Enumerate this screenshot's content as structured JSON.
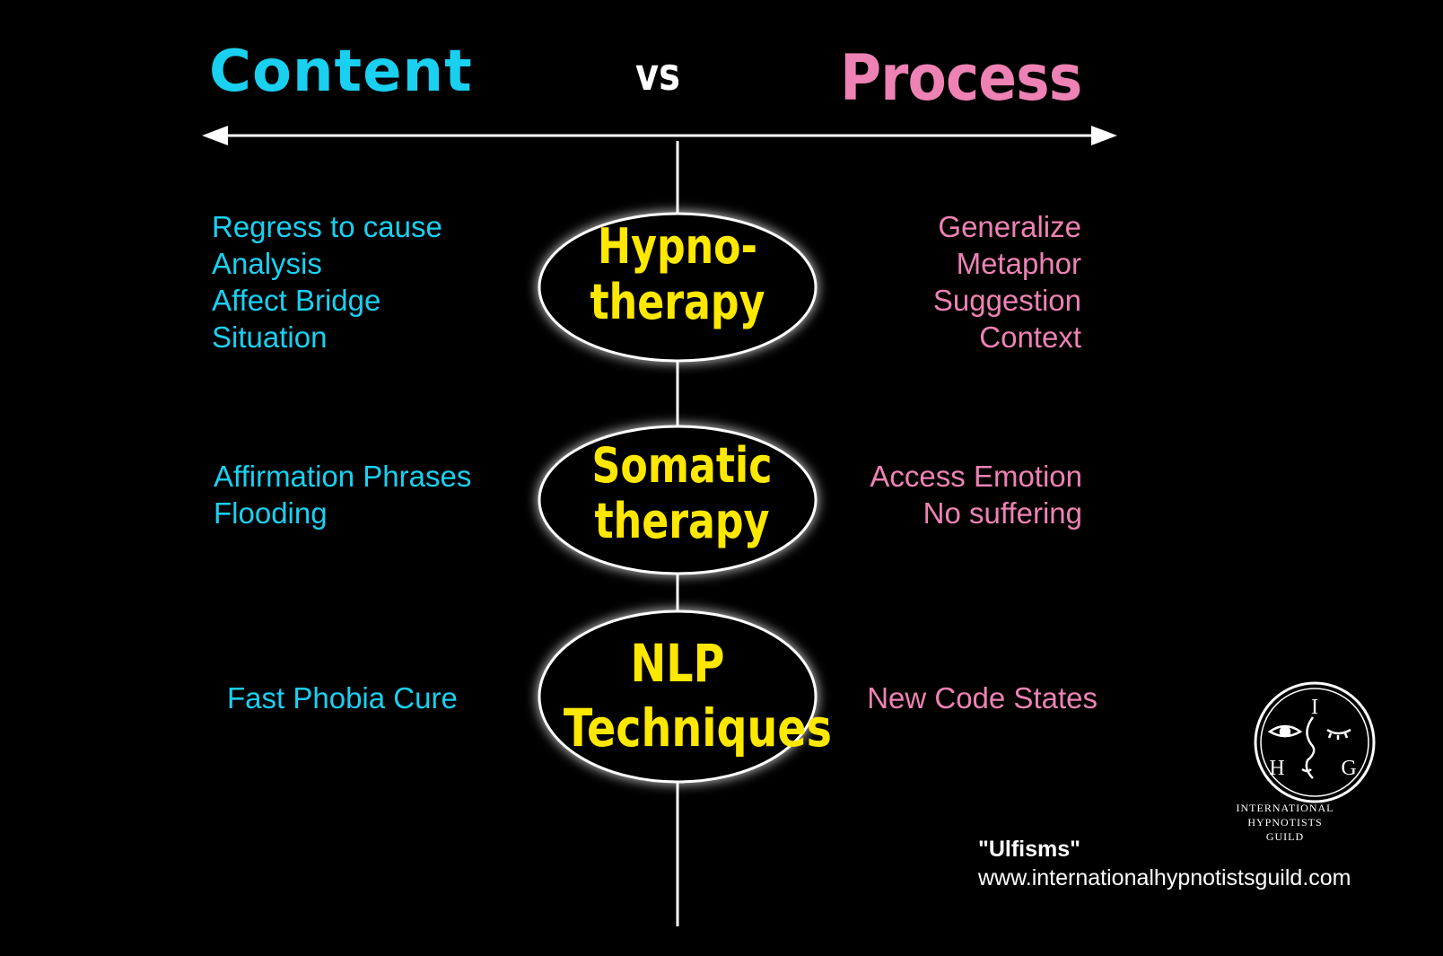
{
  "header": {
    "left_title": "Content",
    "center_title": "vs",
    "right_title": "Process"
  },
  "colors": {
    "content": "#1ad0f0",
    "process": "#ee82b4",
    "technique": "#ffe800",
    "line": "#ffffff",
    "background": "#000000"
  },
  "techniques": [
    {
      "label_lines": [
        "Hypno-",
        "therapy"
      ],
      "content_items": [
        "Regress to cause",
        "Analysis",
        "Affect Bridge",
        "Situation"
      ],
      "process_items": [
        "Generalize",
        "Metaphor",
        "Suggestion",
        "Context"
      ]
    },
    {
      "label_lines": [
        "Somatic",
        "therapy"
      ],
      "content_items": [
        "Affirmation Phrases",
        "Flooding"
      ],
      "process_items": [
        "Access Emotion",
        "No suffering"
      ]
    },
    {
      "label_lines": [
        "NLP",
        "Techniques"
      ],
      "content_items": [
        "Fast Phobia Cure"
      ],
      "process_items": [
        "New Code States"
      ]
    }
  ],
  "footer": {
    "tagline": "\"Ulfisms\"",
    "website": "www.internationalhypnotistsguild.com"
  },
  "logo": {
    "letters": [
      "I",
      "H",
      "G"
    ],
    "caption_lines": [
      "INTERNATIONAL",
      "HYPNOTISTS",
      "GUILD"
    ]
  }
}
